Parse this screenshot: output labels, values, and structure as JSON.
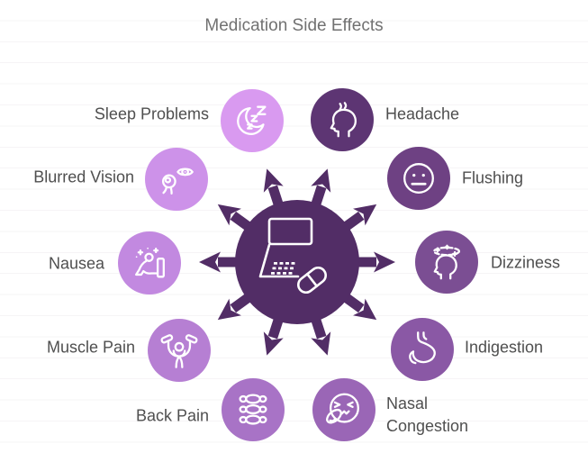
{
  "title": "Medication Side Effects",
  "hub": {
    "icon": "laptop-pill-icon",
    "color": "#522d66"
  },
  "items": [
    {
      "id": "sleep-problems",
      "label": "Sleep Problems",
      "icon": "moon-zzz-icon",
      "color": "#d99af0"
    },
    {
      "id": "headache",
      "label": "Headache",
      "icon": "headache-head-icon",
      "color": "#5d3573"
    },
    {
      "id": "blurred-vision",
      "label": "Blurred Vision",
      "icon": "eye-icon",
      "color": "#cd92e9"
    },
    {
      "id": "flushing",
      "label": "Flushing",
      "icon": "neutral-face-icon",
      "color": "#6e4183"
    },
    {
      "id": "nausea",
      "label": "Nausea",
      "icon": "vomit-icon",
      "color": "#c289e0"
    },
    {
      "id": "dizziness",
      "label": "Dizziness",
      "icon": "dizzy-head-icon",
      "color": "#7b4e93"
    },
    {
      "id": "muscle-pain",
      "label": "Muscle Pain",
      "icon": "dumbbell-lift-icon",
      "color": "#b67fd3"
    },
    {
      "id": "indigestion",
      "label": "Indigestion",
      "icon": "stomach-icon",
      "color": "#8a58a5"
    },
    {
      "id": "back-pain",
      "label": "Back Pain",
      "icon": "spine-icon",
      "color": "#a873c6"
    },
    {
      "id": "nasal-congestion",
      "label": "Nasal Congestion",
      "icon": "sneeze-face-icon",
      "color": "#9a66b6"
    }
  ],
  "style": {
    "background": "#ffffff",
    "gridline_color": "#f6f4f6",
    "label_color": "#4f4f4f",
    "title_color": "#717171"
  }
}
